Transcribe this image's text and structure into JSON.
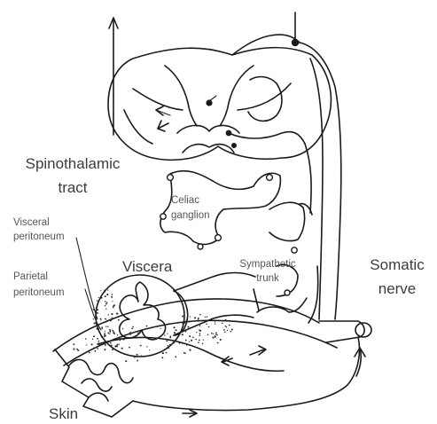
{
  "labels": {
    "spinothalamic_tract": [
      "Spinothalamic",
      "tract"
    ],
    "visceral_peritoneum": [
      "Visceral",
      "peritoneum"
    ],
    "parietal_peritoneum": [
      "Parietal",
      "peritoneum"
    ],
    "viscera": "Viscera",
    "celiac_ganglion": [
      "Celiac",
      "ganglion"
    ],
    "sympathetic_trunk": [
      "Sympathetic",
      "trunk"
    ],
    "somatic_nerve": [
      "Somatic",
      "nerve"
    ],
    "skin": "Skin"
  },
  "colors": {
    "line": "#1a1a1a",
    "label": "#4a4a4a",
    "background": "#ffffff"
  }
}
